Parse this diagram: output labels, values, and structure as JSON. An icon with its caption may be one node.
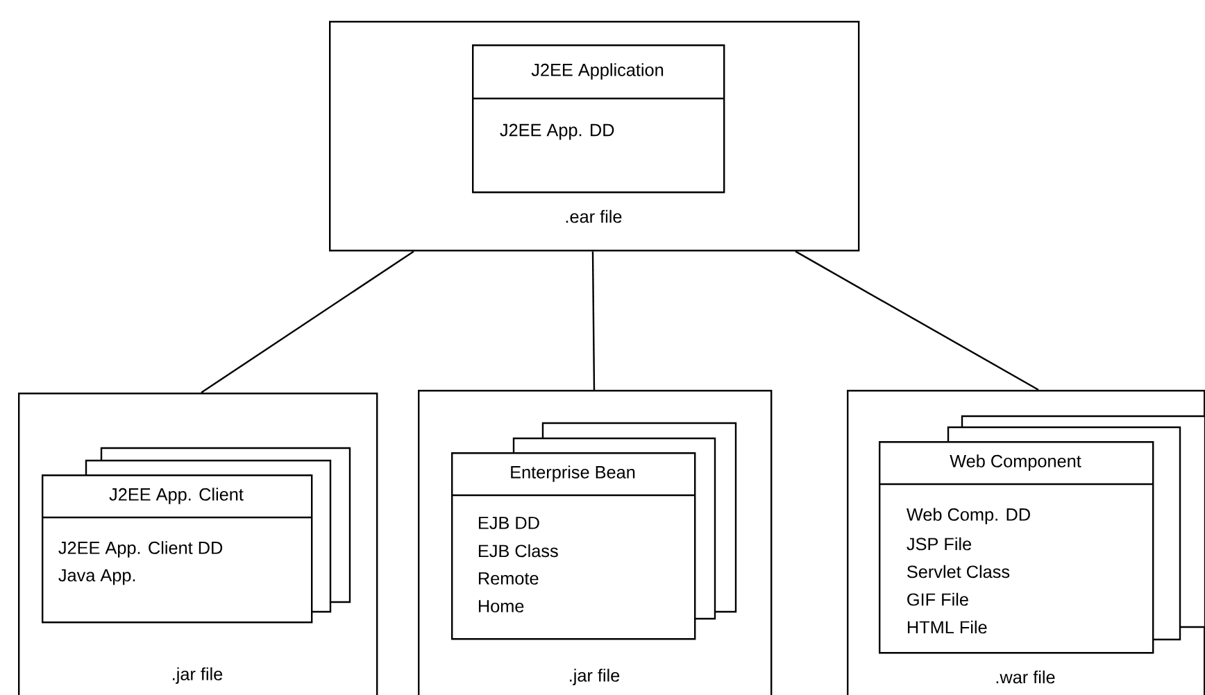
{
  "diagram": {
    "nodes": [
      {
        "text": [
          ".ear file"
        ]
      },
      {
        "text": [
          "J2EE Application",
          "J2EE App. DD"
        ],
        "in": 0
      },
      {
        "text": [
          ".jar file"
        ]
      },
      {
        "text": [
          "J2EE App. Client",
          "J2EE App. Client DD",
          "Java App."
        ],
        "in": 2
      },
      {
        "text": [
          ".jar file"
        ]
      },
      {
        "text": [
          "Enterprise Bean",
          "EJB DD",
          "EJB Class",
          "Remote",
          "Home"
        ],
        "in": 4
      },
      {
        "text": [
          ".war file"
        ]
      },
      {
        "text": [
          "Web Component",
          "Web Comp. DD",
          "JSP File",
          "Servlet Class",
          "GIF File",
          "HTML File"
        ],
        "in": 6
      }
    ],
    "edges": [
      {
        "from": 0,
        "to": 2,
        "arrow": "none"
      },
      {
        "from": 0,
        "to": 4,
        "arrow": "none"
      },
      {
        "from": 0,
        "to": 6,
        "arrow": "none"
      }
    ]
  }
}
